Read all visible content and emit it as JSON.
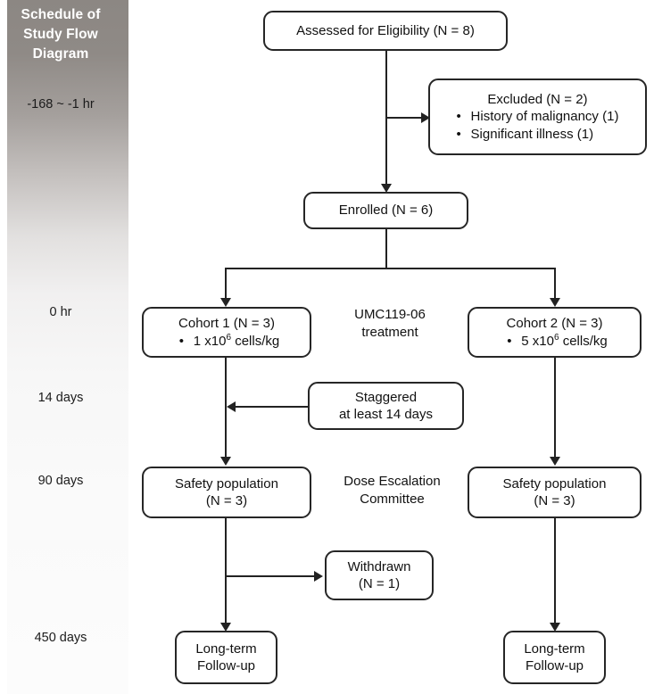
{
  "sidebar": {
    "title": "Schedule  of Study Flow Diagram",
    "timepoints": [
      {
        "label": "-168 ~ -1 hr"
      },
      {
        "label": "0 hr"
      },
      {
        "label": "14 days"
      },
      {
        "label": "90 days"
      },
      {
        "label": "450 days"
      }
    ]
  },
  "diagram": {
    "assessed": {
      "text": "Assessed for Eligibility (N = 8)"
    },
    "excluded": {
      "title": "Excluded (N = 2)",
      "items": [
        "History of malignancy (1)",
        "Significant illness (1)"
      ]
    },
    "enrolled": {
      "text": "Enrolled (N = 6)"
    },
    "cohort1": {
      "title": "Cohort 1 (N = 3)",
      "dose_prefix": "1 x10",
      "dose_exp": "6",
      "dose_suffix": " cells/kg"
    },
    "cohort2": {
      "title": "Cohort 2 (N = 3)",
      "dose_prefix": "5 x10",
      "dose_exp": "6",
      "dose_suffix": " cells/kg"
    },
    "treatment_label": {
      "line1": "UMC119-06",
      "line2": "treatment"
    },
    "staggered": {
      "line1": "Staggered",
      "line2": "at least 14 days"
    },
    "safety_left": {
      "line1": "Safety population",
      "line2": "(N = 3)"
    },
    "safety_right": {
      "line1": "Safety population",
      "line2": "(N = 3)"
    },
    "committee_label": {
      "line1": "Dose Escalation",
      "line2": "Committee"
    },
    "withdrawn": {
      "line1": "Withdrawn",
      "line2": "(N = 1)"
    },
    "followup_left": {
      "line1": "Long-term",
      "line2": "Follow-up"
    },
    "followup_right": {
      "line1": "Long-term",
      "line2": "Follow-up"
    }
  },
  "colors": {
    "stroke": "#222222",
    "sidebar_top": "#8c8783",
    "sidebar_bottom": "#fcfcfc",
    "text": "#111111"
  }
}
